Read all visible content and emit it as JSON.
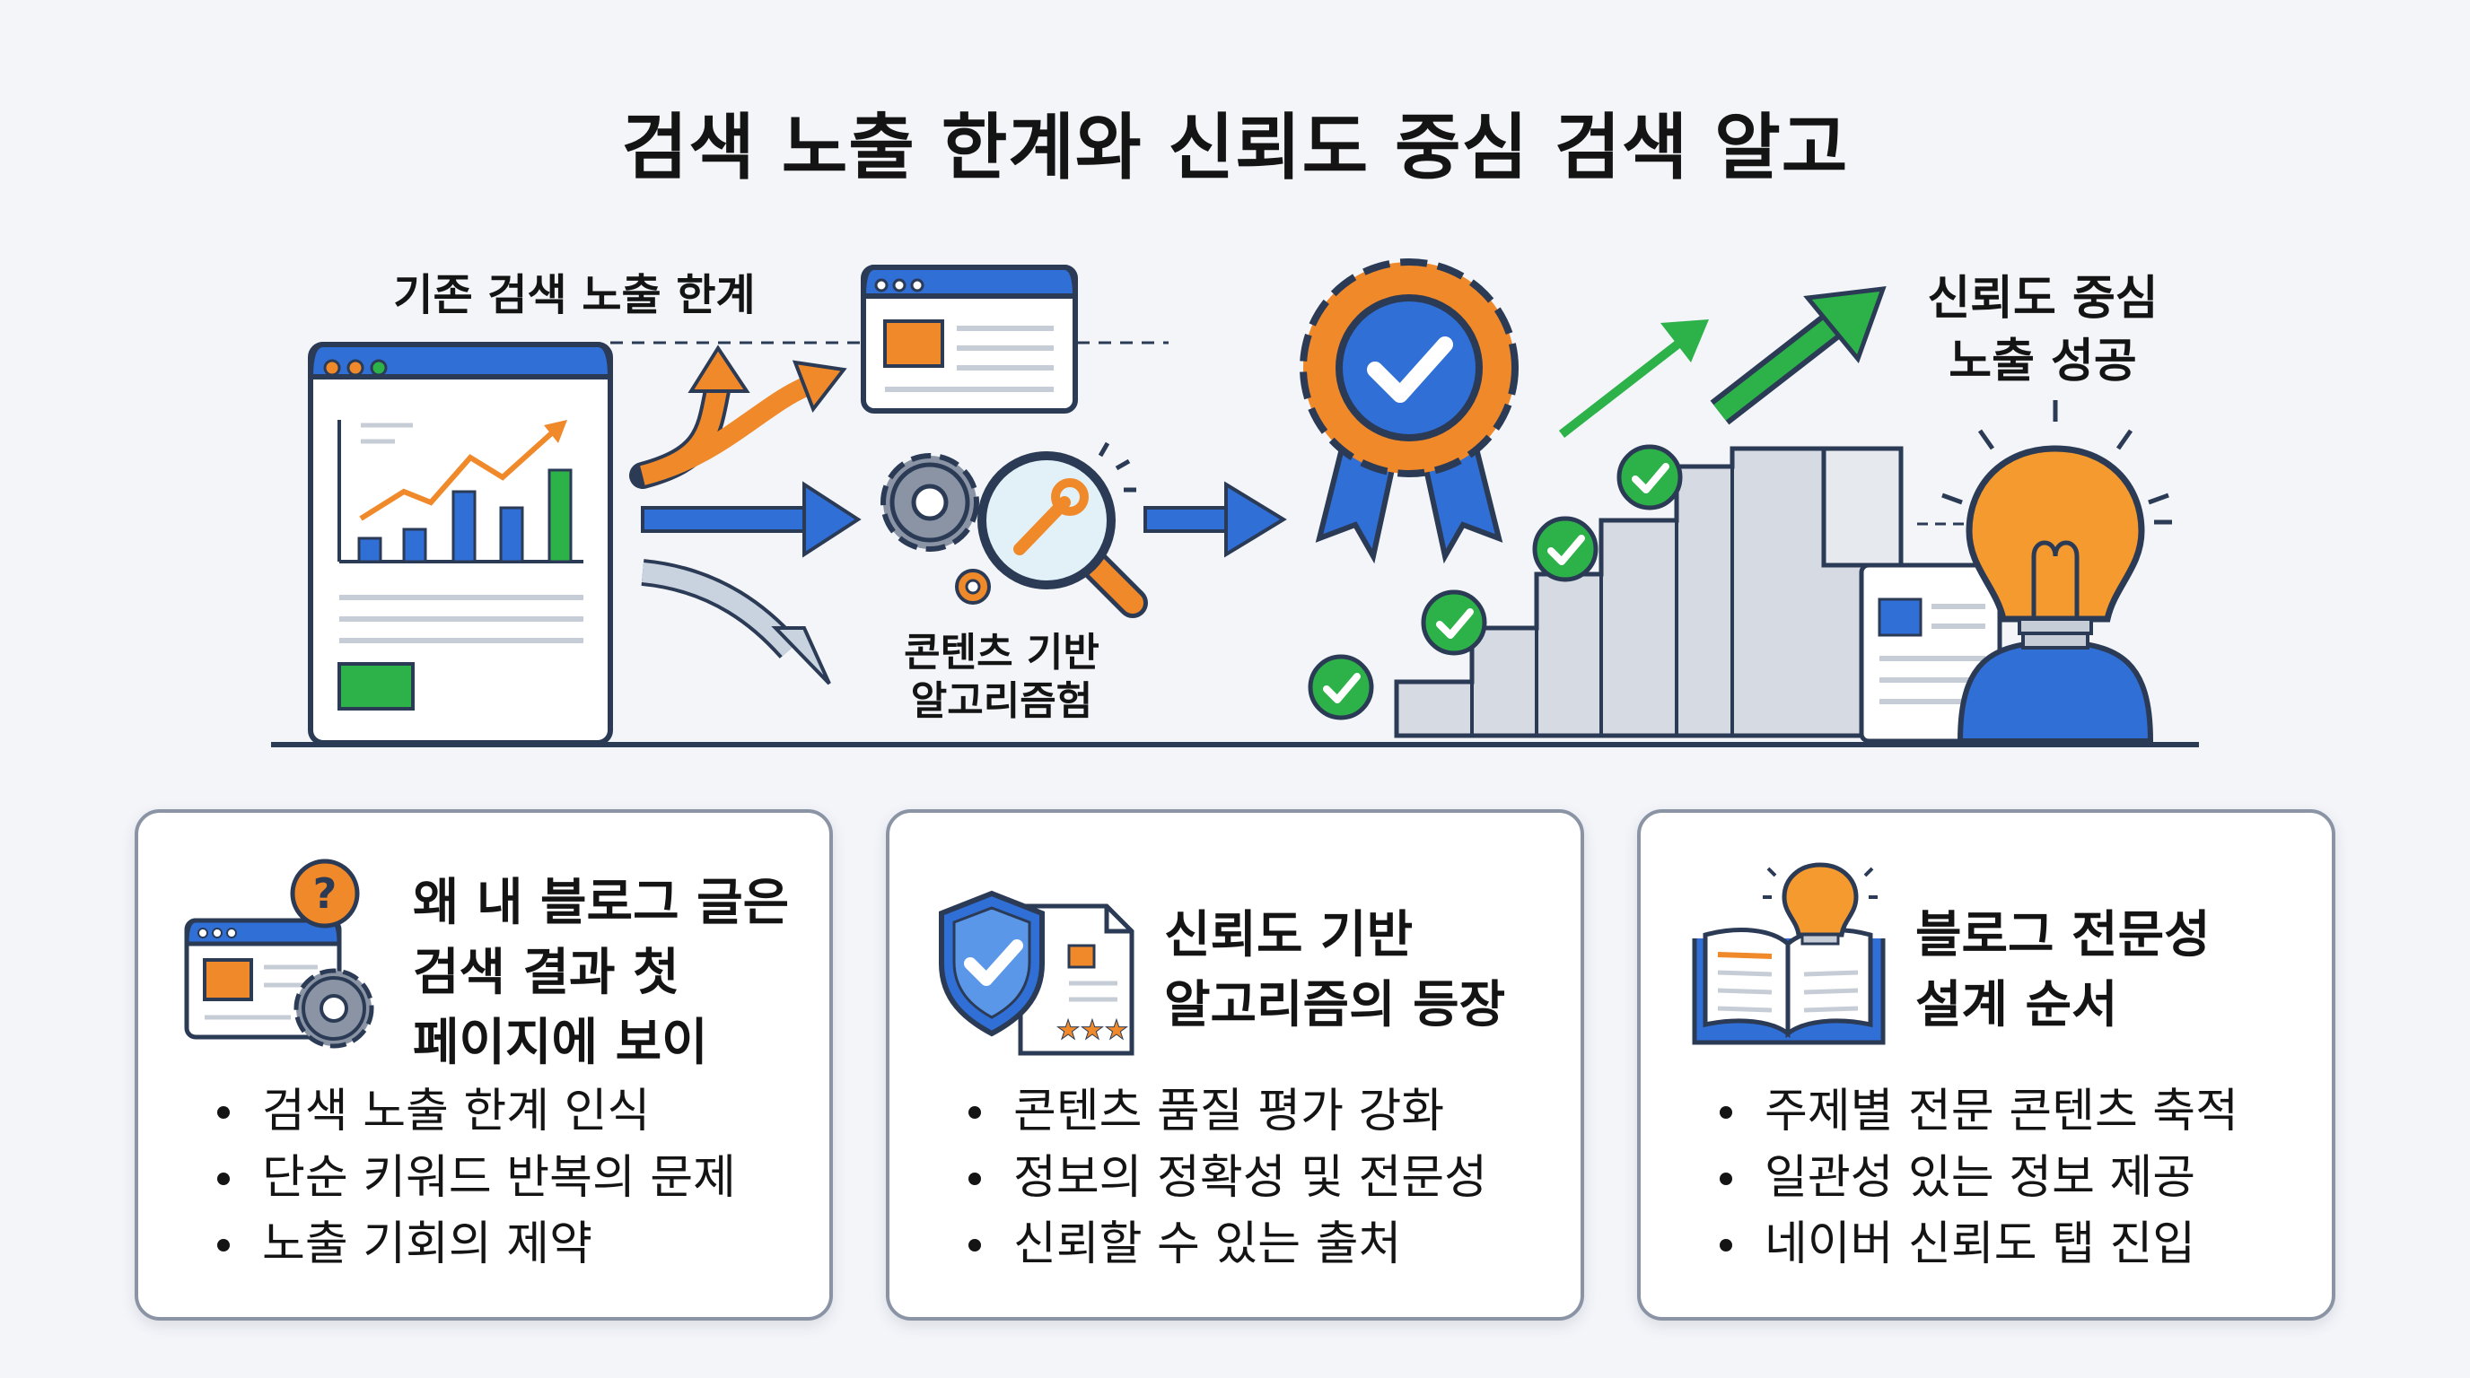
{
  "title": "검색 노출 한계와 신뢰도 중심 검색 알고",
  "diagram": {
    "left_label": "기존 검색 노출 한계",
    "middle_label_line1": "콘텐츠 기반",
    "middle_label_line2": "알고리즘험",
    "right_label_line1": "신뢰도 중심",
    "right_label_line2": "노출 성공"
  },
  "cards": [
    {
      "title": "왜 내 블로그 글은\n검색 결과 첫\n페이지에 보이",
      "items": [
        "검색 노출 한계 인식",
        "단순 키워드 반복의 문제",
        "노출 기회의 제약"
      ]
    },
    {
      "title": "신뢰도 기반\n알고리즘의 등장",
      "items": [
        "콘텐츠 품질 평가 강화",
        "정보의 정확성 및 전문성",
        "신뢰할 수 있는 출처"
      ]
    },
    {
      "title": "블로그 전문성\n설계 순서",
      "items": [
        "주제별 전문 콘텐츠 축적",
        "일관성 있는 정보 제공",
        "네이버 신뢰도 탭 진입"
      ]
    }
  ],
  "colors": {
    "accent_blue": "#2f6fd6",
    "accent_orange": "#f0892a",
    "accent_green": "#2db24a",
    "outline": "#2b3a55"
  },
  "icons": [
    "browser-chart-icon",
    "gear-icon",
    "magnifier-wrench-icon",
    "award-badge-icon",
    "check-circle-icon",
    "lightbulb-person-icon",
    "question-bubble-icon",
    "shield-check-icon",
    "open-book-icon"
  ]
}
